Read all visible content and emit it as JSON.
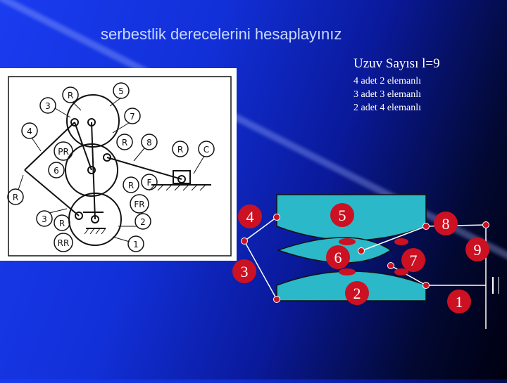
{
  "title": "serbestlik derecelerini hesaplayınız",
  "info": {
    "link_count": "Uzuv Sayısı l=9",
    "line1": "4 adet 2 elemanlı",
    "line2": "3 adet 3 elemanlı",
    "line3": "2 adet 4 elemanlı"
  },
  "mechanism_labels": {
    "r1": "R",
    "l5": "5",
    "l3": "3",
    "l7": "7",
    "l4": "4",
    "r2": "R",
    "l8": "8",
    "r3": "R",
    "c": "C",
    "pr": "PR",
    "l6": "6",
    "r4": "R",
    "f": "F",
    "r5": "R",
    "fr": "FR",
    "l3b": "3",
    "r6": "R",
    "l2": "2",
    "rr": "RR",
    "l1": "1"
  },
  "diagram_labels": {
    "n4": "4",
    "n5": "5",
    "n8": "8",
    "n6": "6",
    "n7": "7",
    "n9": "9",
    "n3": "3",
    "n2": "2",
    "n1": "1"
  },
  "colors": {
    "title": "#c8d8ff",
    "diagram_body": "#2bb8c8",
    "joint": "#cc1122"
  }
}
